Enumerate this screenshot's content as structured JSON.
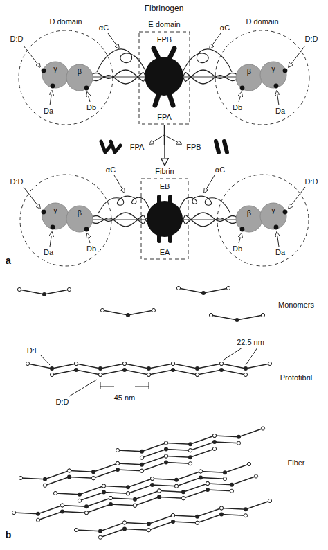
{
  "diagram": {
    "title": "Fibrinogen",
    "nodes": [
      {
        "text": [
          "D domain"
        ]
      },
      {
        "text": [
          "γ"
        ],
        "in": 0
      },
      {
        "text": [
          "β"
        ],
        "in": 0
      },
      {
        "text": [
          "E domain",
          "FPB",
          "FPA"
        ]
      },
      {
        "text": [
          "D domain"
        ]
      },
      {
        "text": [
          "β"
        ],
        "in": 4
      },
      {
        "text": [
          "γ"
        ],
        "in": 4
      },
      {
        "text": [
          "Fibrin",
          "EB",
          "EA"
        ]
      },
      {
        "text": [
          "γ"
        ]
      },
      {
        "text": [
          "β"
        ]
      },
      {
        "text": [
          "β"
        ]
      },
      {
        "text": [
          "γ"
        ]
      }
    ],
    "edges": [
      {
        "from": 3,
        "to": 7,
        "arrow": "to"
      }
    ],
    "labels": [
      "αC",
      "αC",
      "D:D",
      "D:D",
      "Da",
      "Db",
      "Db",
      "Da",
      "FPA",
      "FPB",
      "αC",
      "αC",
      "D:D",
      "D:D",
      "Da",
      "Db",
      "Db",
      "Da",
      "a",
      "Monomers",
      "22.5 nm",
      "D:E",
      "Protofibril",
      "D:D",
      "45 nm",
      "Fiber",
      "b"
    ]
  }
}
